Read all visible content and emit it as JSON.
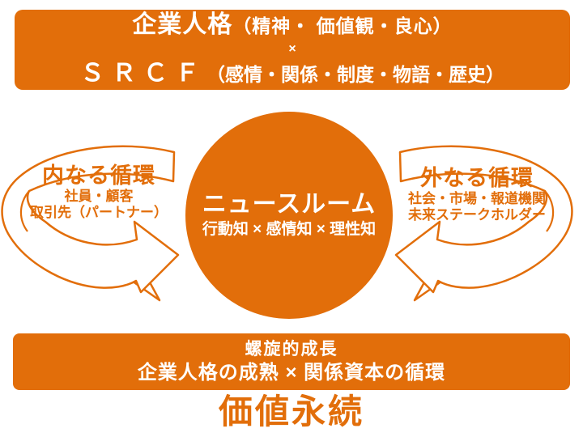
{
  "diagram": {
    "top_box": {
      "line1_main": "企業人格",
      "line1_paren": "（精神・ 価値観・良心）",
      "multiply": "×",
      "line3_main": "ＳＲＣＦ",
      "line3_paren": "（感情・関係・制度・物語・歴史）"
    },
    "center_circle": {
      "title": "ニュースルーム",
      "subtitle": "行動知 × 感情知 × 理性知"
    },
    "inner_loop": {
      "title": "内なる循環",
      "line1": "社員・顧客",
      "line2": "取引先（パートナー）"
    },
    "outer_loop": {
      "title": "外なる循環",
      "line1": "社会・市場・報道機関",
      "line2": "未来ステークホルダー"
    },
    "bottom_box": {
      "line1": "螺旋的成長",
      "line2": "企業人格の成熟 × 関係資本の循環"
    },
    "footer_text": "価値永続",
    "colors": {
      "orange": "#E26E0A",
      "text_on_orange": "#FFFFFF",
      "background": "#FFFFFF"
    }
  }
}
